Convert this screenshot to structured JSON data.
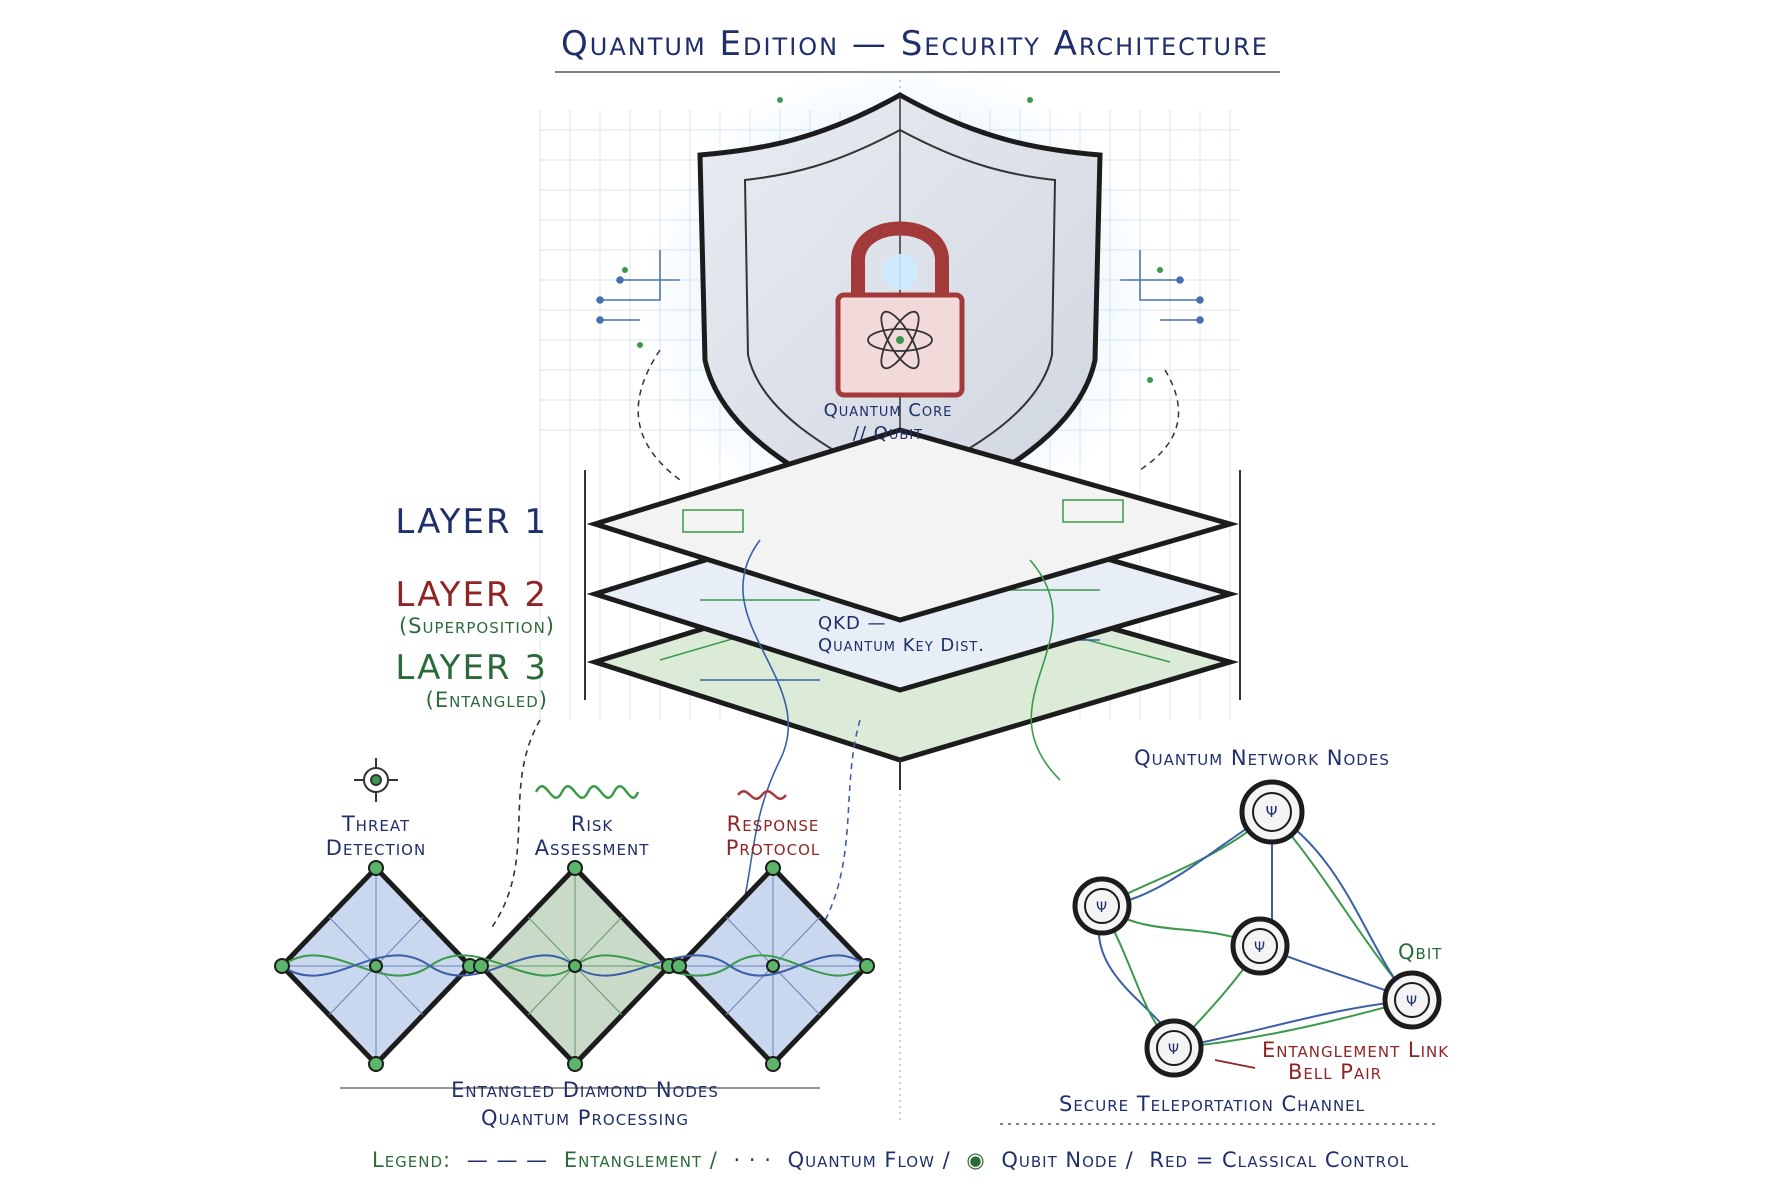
{
  "title": "Quantum Edition — Security Architecture",
  "core": {
    "line1": "Quantum Core",
    "line2": "// Qubit"
  },
  "layers": [
    {
      "name": "LAYER 1",
      "sub": ""
    },
    {
      "name": "LAYER 2",
      "sub": "(Superposition)"
    },
    {
      "name": "LAYER 3",
      "sub": "(Entangled)"
    }
  ],
  "qkd": {
    "line1": "QKD —",
    "line2": "Quantum Key Dist."
  },
  "stages": {
    "threat": {
      "line1": "Threat",
      "line2": "Detection"
    },
    "risk": {
      "line1": "Risk",
      "line2": "Assessment"
    },
    "response": {
      "line1": "Response",
      "line2": "Protocol"
    }
  },
  "diamond_caption": {
    "line1": "Entangled Diamond Nodes",
    "line2": "Quantum Processing"
  },
  "network": {
    "title": "Quantum Network Nodes",
    "qbit_label": "Qbit",
    "link_label": "Entanglement Link",
    "pair_label": "Bell Pair",
    "channel_label": "Secure Teleportation Channel",
    "node_symbol": "ψ"
  },
  "legend": {
    "prefix": "Legend:",
    "entanglement": "Entanglement /",
    "flow": "Quantum Flow /",
    "node": "Qubit Node /",
    "classical": "Red = Classical Control"
  },
  "colors": {
    "navy": "#1f2f6b",
    "red": "#8f2424",
    "green": "#2b6b3a",
    "blue_line": "#3b5fa8",
    "green_line": "#3a9a4a",
    "ink": "#222222"
  }
}
